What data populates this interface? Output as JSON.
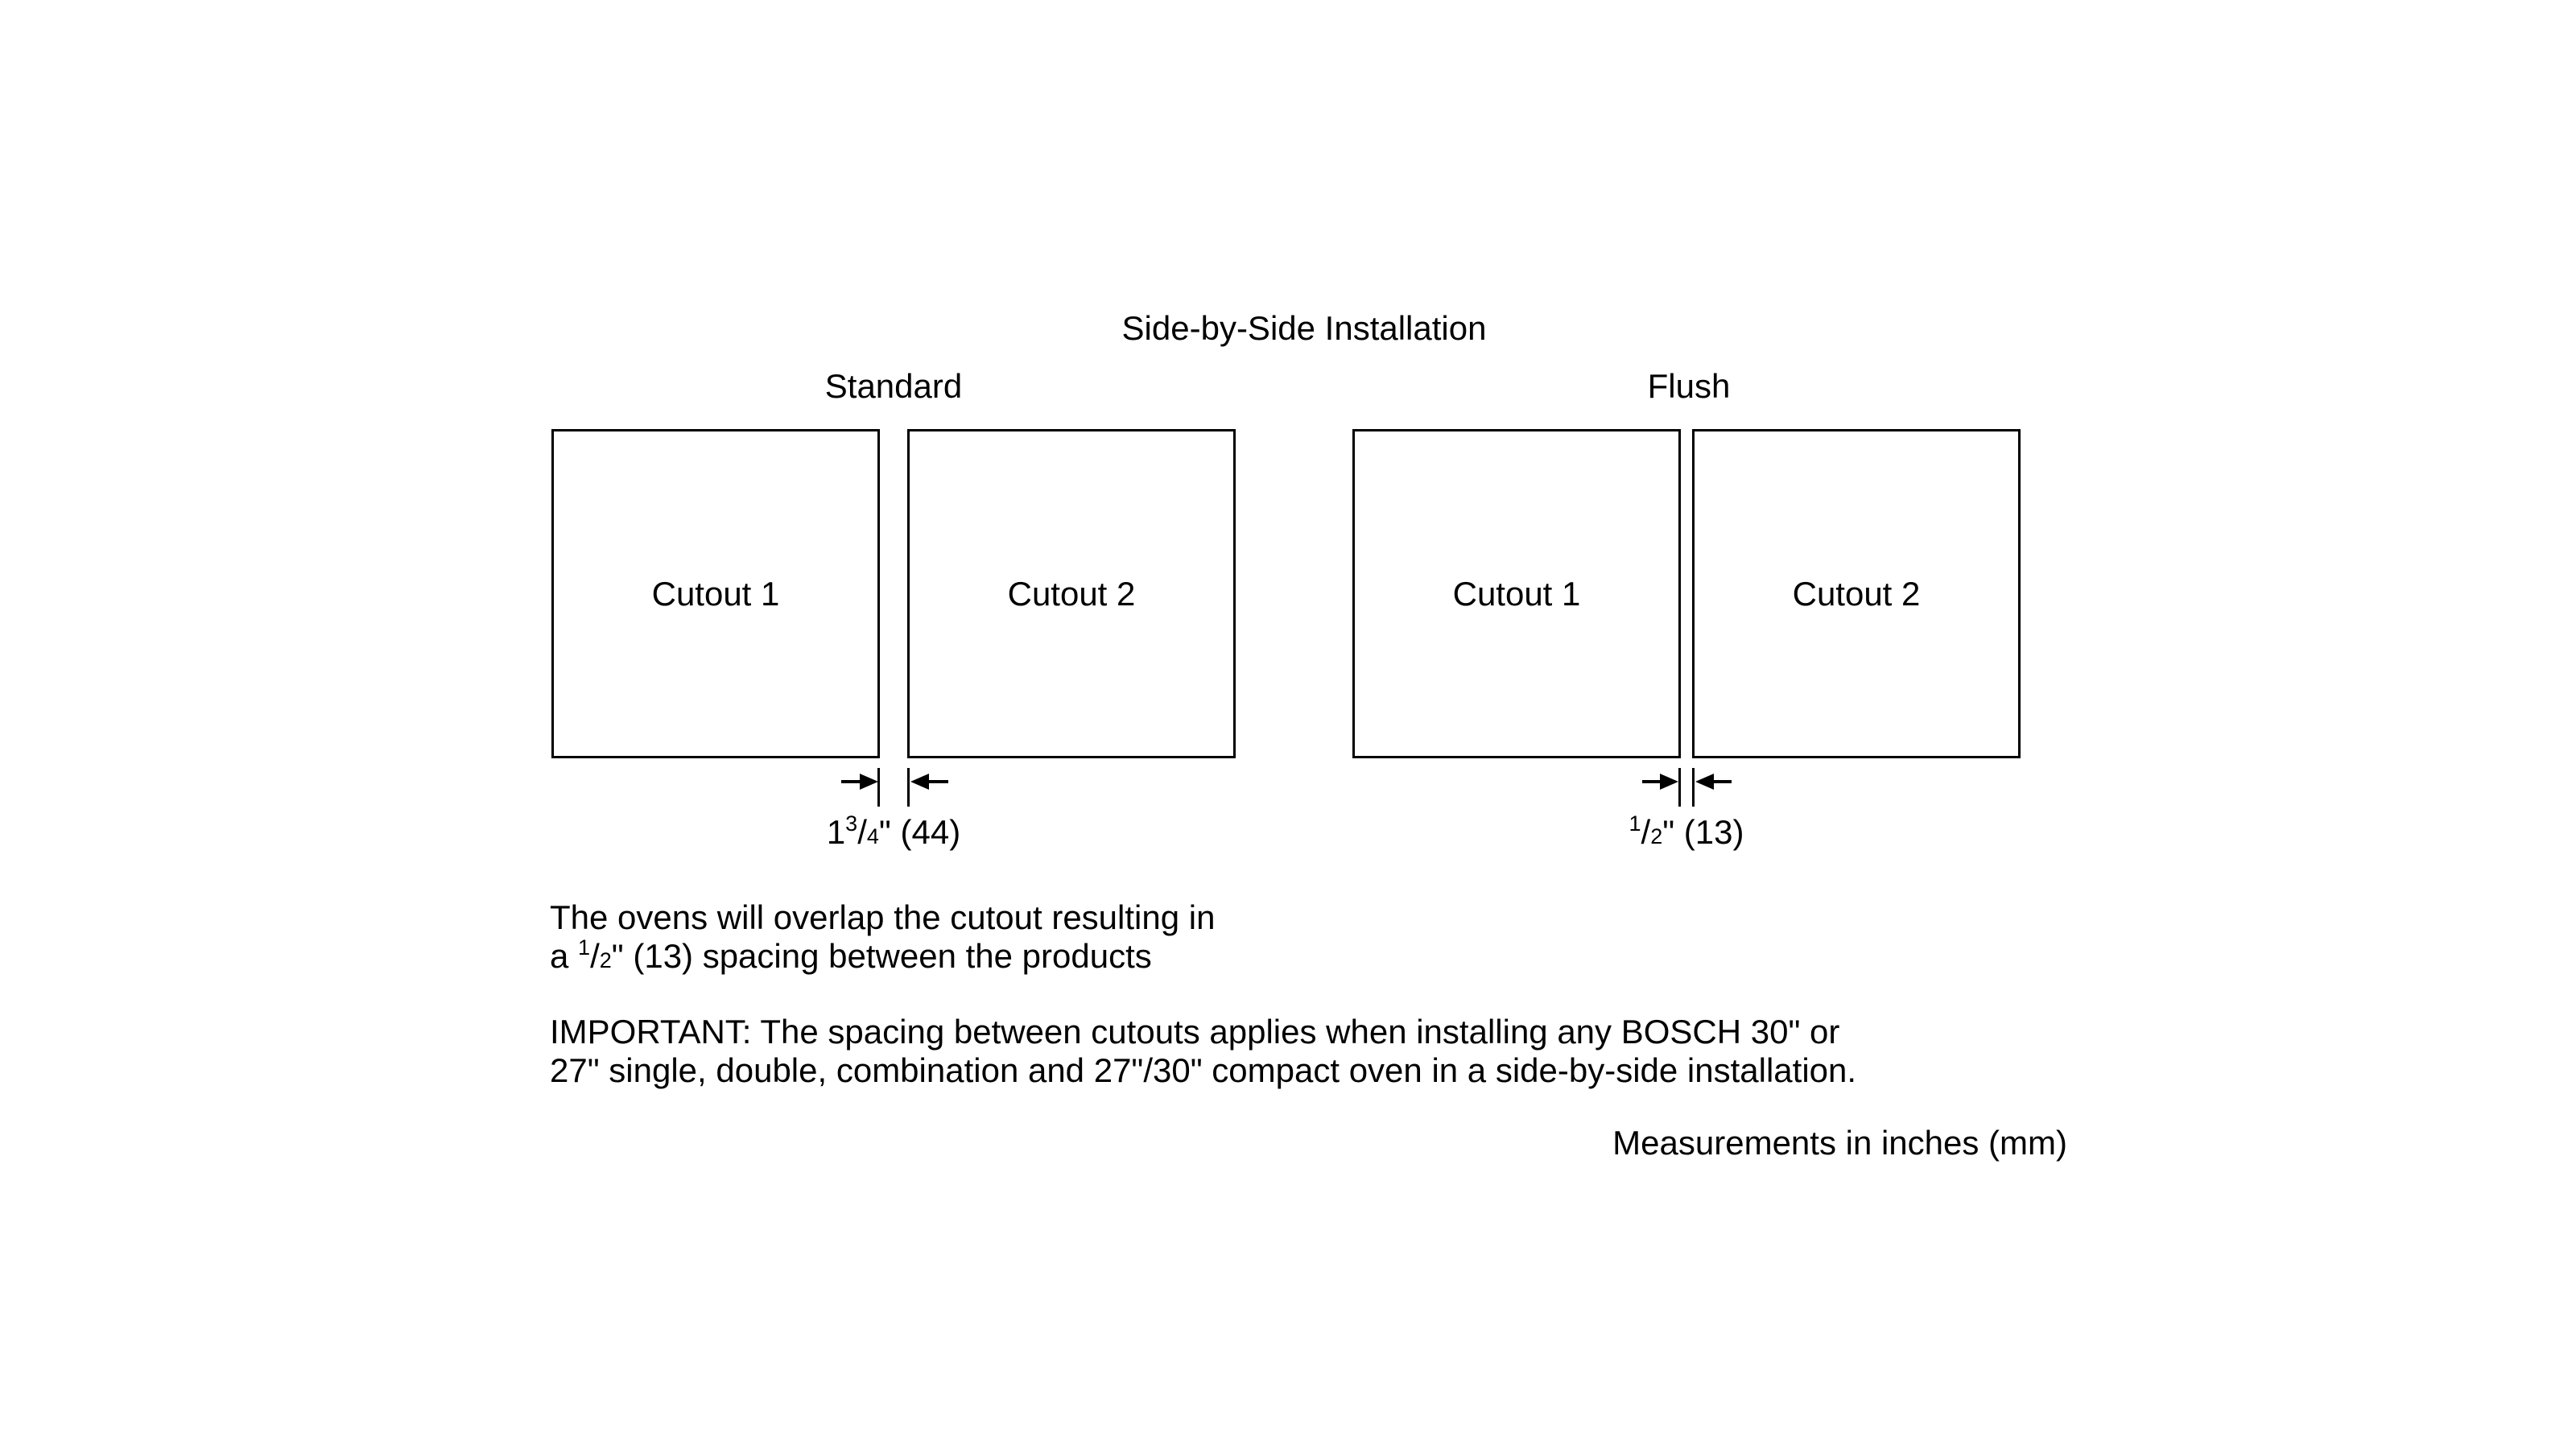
{
  "figure": {
    "title": "Side-by-Side Installation",
    "standard": {
      "label": "Standard",
      "cutout1_label": "Cutout 1",
      "cutout2_label": "Cutout 2",
      "dim": {
        "whole": "1",
        "numerator": "3",
        "slash": "/",
        "denominator": "4",
        "suffix": "\" (44)"
      }
    },
    "flush": {
      "label": "Flush",
      "cutout1_label": "Cutout 1",
      "cutout2_label": "Cutout 2",
      "dim": {
        "whole": "",
        "numerator": "1",
        "slash": "/",
        "denominator": "2",
        "suffix": "\" (13)"
      }
    },
    "overlap_note": {
      "line1": "The ovens will overlap the cutout resulting in",
      "line2_prefix": "a ",
      "frac_numerator": "1",
      "frac_slash": "/",
      "frac_denominator": "2",
      "line2_suffix": "\" (13) spacing between the products"
    },
    "important_note": {
      "line1": "IMPORTANT: The spacing between cutouts applies when installing any BOSCH 30\" or",
      "line2": "27\" single, double, combination and 27\"/30\" compact oven in a side-by-side installation."
    },
    "units_note": "Measurements in inches (mm)",
    "colors": {
      "text": "#000000",
      "line": "#000000",
      "background": "#ffffff"
    }
  }
}
